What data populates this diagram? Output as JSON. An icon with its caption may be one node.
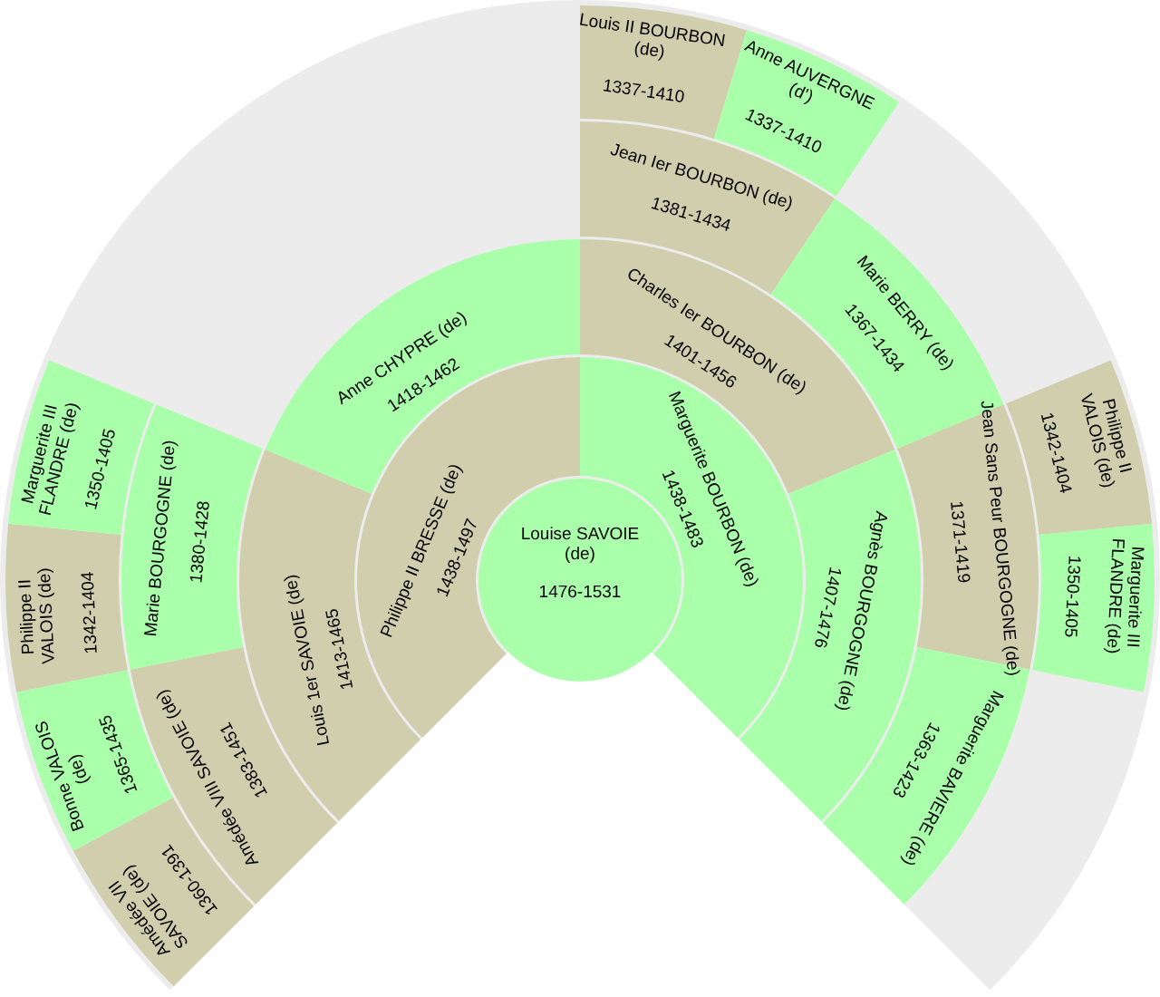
{
  "diagram": {
    "nodes": [
      {
        "text": [
          "Louise SAVOIE (de)",
          "1476-1531"
        ]
      },
      {
        "text": [
          "Philippe II BRESSE (de)",
          "1438-1497"
        ]
      },
      {
        "text": [
          "Marguerite BOURBON (de)",
          "1438-1483"
        ]
      },
      {
        "text": [
          "Louis 1er SAVOIE (de)",
          "1413-1465"
        ]
      },
      {
        "text": [
          "Anne CHYPRE (de)",
          "1418-1462"
        ]
      },
      {
        "text": [
          "Charles Ier BOURBON (de)",
          "1401-1456"
        ]
      },
      {
        "text": [
          "Agnès BOURGOGNE (de)",
          "1407-1476"
        ]
      },
      {
        "text": [
          "Amédée VIII SAVOIE (de)",
          "1383-1451"
        ]
      },
      {
        "text": [
          "Marie BOURGOGNE (de)",
          "1380-1428"
        ]
      },
      {
        "text": [
          "Jean Ier BOURBON (de)",
          "1381-1434"
        ]
      },
      {
        "text": [
          "Marie BERRY (de)",
          "1367-1434"
        ]
      },
      {
        "text": [
          "Jean Sans Peur BOURGOGNE (de)",
          "1371-1419"
        ]
      },
      {
        "text": [
          "Marguerite BAVIERE (de)",
          "1363-1423"
        ]
      },
      {
        "text": [
          "Amédée VII SAVOIE (de)",
          "1360-1391"
        ]
      },
      {
        "text": [
          "Bonne VALOIS (de)",
          "1365-1435"
        ]
      },
      {
        "text": [
          "Philippe II VALOIS (de)",
          "1342-1404"
        ]
      },
      {
        "text": [
          "Marguerite III FLANDRE (de)",
          "1350-1405"
        ]
      },
      {
        "text": [
          "Louis II BOURBON (de)",
          "1337-1410"
        ]
      },
      {
        "text": [
          "Anne AUVERGNE (d')",
          "1337-1410"
        ]
      },
      {
        "text": [
          "Philippe II VALOIS (de)",
          "1342-1404"
        ]
      },
      {
        "text": [
          "Marguerite III FLANDRE (de)",
          "1350-1405"
        ]
      }
    ]
  }
}
